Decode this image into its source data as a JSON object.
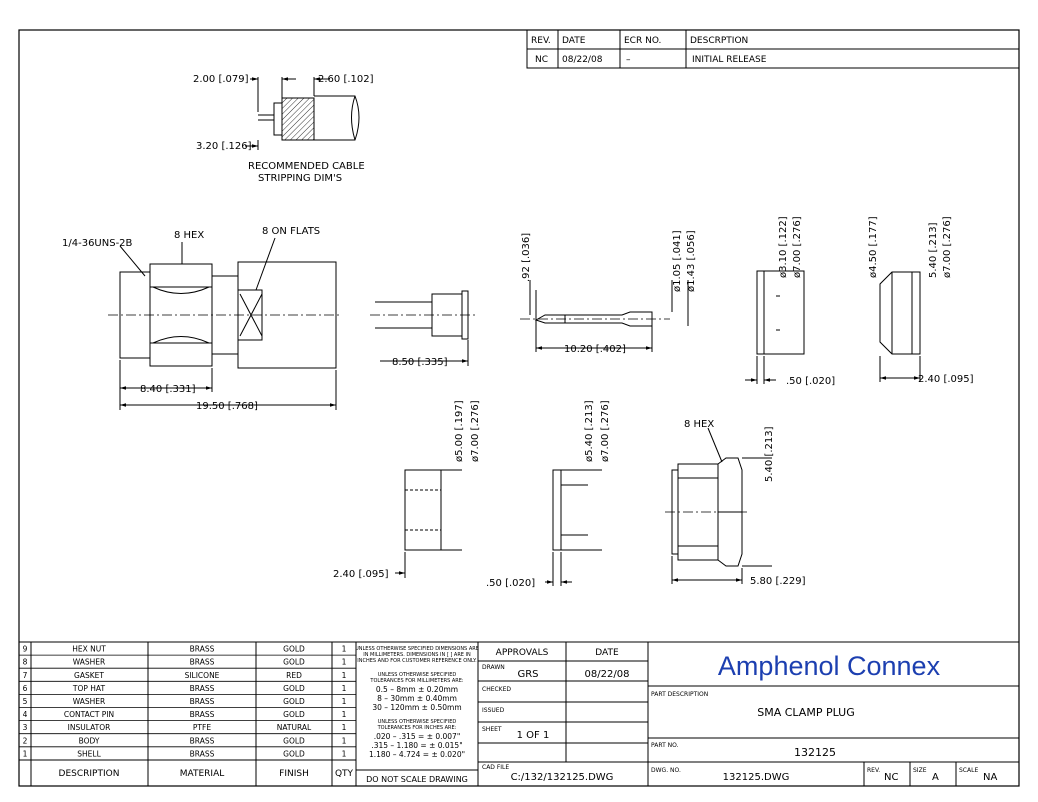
{
  "revision_block": {
    "headers": [
      "REV.",
      "DATE",
      "ECR NO.",
      "DESCRPTION"
    ],
    "row": [
      "NC",
      "08/22/08",
      "–",
      "INITIAL RELEASE"
    ]
  },
  "stripping": {
    "dim_a": "2.00 [.079]",
    "dim_b": "2.60 [.102]",
    "dim_c": "3.20 [.126]",
    "caption_1": "RECOMMENDED CABLE",
    "caption_2": "STRIPPING DIM'S"
  },
  "assembly": {
    "thread_label": "1/4-36UNS-2B",
    "hex_label": "8 HEX",
    "flats_label": "8 ON FLATS",
    "dim_hex_len": "8.40 [.331]",
    "dim_total_len": "19.50 [.768]"
  },
  "pin_views": {
    "dim_cable_len": "8.50 [.335]",
    "dim_092": ".92 [.036]",
    "dim_pin_len": "10.20 [.402]",
    "dim_105": "ø1.05 [.041]",
    "dim_143": "ø1.43 [.056]"
  },
  "washer_views": {
    "dim_310": "ø3.10 [.122]",
    "dim_700": "ø7.00 [.276]",
    "dim_050": ".50 [.020]",
    "dim_450": "ø4.50 [.177]",
    "dim_540": "5.40 [.213]",
    "dim_700b": "ø7.00 [.276]",
    "dim_240": "2.40 [.095]"
  },
  "lower_views": {
    "dim_500": "ø5.00 [.197]",
    "dim_700": "ø7.00 [.276]",
    "dim_240": "2.40 [.095]",
    "dim_540": "ø5.40 [.213]",
    "dim_700b": "ø7.00 [.276]",
    "dim_050": ".50 [.020]",
    "hex_label": "8 HEX",
    "dim_540b": "5.40 [.213]",
    "dim_580": "5.80 [.229]"
  },
  "bom": {
    "rows": [
      {
        "no": "9",
        "desc": "HEX NUT",
        "material": "BRASS",
        "finish": "GOLD",
        "qty": "1"
      },
      {
        "no": "8",
        "desc": "WASHER",
        "material": "BRASS",
        "finish": "GOLD",
        "qty": "1"
      },
      {
        "no": "7",
        "desc": "GASKET",
        "material": "SILICONE",
        "finish": "RED",
        "qty": "1"
      },
      {
        "no": "6",
        "desc": "TOP HAT",
        "material": "BRASS",
        "finish": "GOLD",
        "qty": "1"
      },
      {
        "no": "5",
        "desc": "WASHER",
        "material": "BRASS",
        "finish": "GOLD",
        "qty": "1"
      },
      {
        "no": "4",
        "desc": "CONTACT PIN",
        "material": "BRASS",
        "finish": "GOLD",
        "qty": "1"
      },
      {
        "no": "3",
        "desc": "INSULATOR",
        "material": "PTFE",
        "finish": "NATURAL",
        "qty": "1"
      },
      {
        "no": "2",
        "desc": "BODY",
        "material": "BRASS",
        "finish": "GOLD",
        "qty": "1"
      },
      {
        "no": "1",
        "desc": "SHELL",
        "material": "BRASS",
        "finish": "GOLD",
        "qty": "1"
      }
    ],
    "headers": {
      "desc": "DESCRIPTION",
      "material": "MATERIAL",
      "finish": "FINISH",
      "qty": "QTY"
    }
  },
  "tolerances": {
    "lines": [
      "UNLESS OTHERWISE SPECIFIED DIMENSIONS ARE",
      "IN MILLIMETERS. DIMENSIONS IN [ ] ARE IN",
      "INCHES AND FOR CUSTOMER REFERENCE ONLY.",
      "UNLESS OTHERWISE SPECIFIED",
      "TOLERANCES FOR MILLIMETERS ARE:",
      "0.5 – 8mm ± 0.20mm",
      "8 – 30mm ± 0.40mm",
      "30 – 120mm ± 0.50mm",
      "UNLESS OTHERWISE SPECIFIED",
      "TOLERANCES FOR INCHES ARE:",
      ".020 – .315 = ± 0.007\"",
      ".315 – 1.180 = ± 0.015\"",
      "1.180 – 4.724 = ± 0.020\""
    ],
    "footer": "DO NOT SCALE DRAWING"
  },
  "approvals": {
    "header_approvals": "APPROVALS",
    "header_date": "DATE",
    "drawn_label": "DRAWN",
    "drawn_by": "GRS",
    "drawn_date": "08/22/08",
    "checked_label": "CHECKED",
    "issued_label": "ISSUED",
    "sheet_label": "SHEET",
    "sheet_value": "1 OF 1",
    "cad_label": "CAD FILE",
    "cad_value": "C:/132/132125.DWG"
  },
  "title_block": {
    "company": "Amphenol Connex",
    "part_desc_label": "PART DESCRIPTION",
    "part_desc": "SMA CLAMP PLUG",
    "part_no_label": "PART NO.",
    "part_no": "132125",
    "dwg_no_label": "DWG. NO.",
    "dwg_no": "132125.DWG",
    "rev_label": "REV.",
    "rev": "NC",
    "size_label": "SIZE",
    "size": "A",
    "scale_label": "SCALE",
    "scale": "NA"
  },
  "colors": {
    "logo": "#1c3fb0",
    "line": "#000000"
  }
}
